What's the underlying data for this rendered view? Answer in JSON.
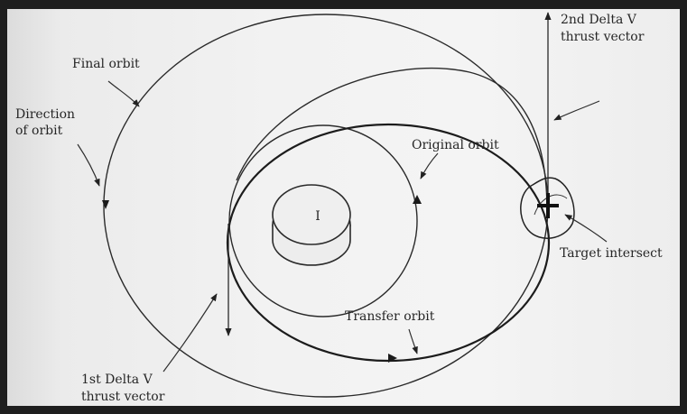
{
  "labels": {
    "final_orbit": "Final orbit",
    "direction_line1": "Direction",
    "direction_line2": "of orbit",
    "original_orbit": "Original orbit",
    "second_dv_line1": "2nd Delta V",
    "second_dv_line2": "thrust vector",
    "target_intersect": "Target intersect",
    "transfer_orbit": "Transfer orbit",
    "first_dv_line1": "1st Delta V",
    "first_dv_line2": "thrust vector",
    "planet_mark": "I"
  }
}
